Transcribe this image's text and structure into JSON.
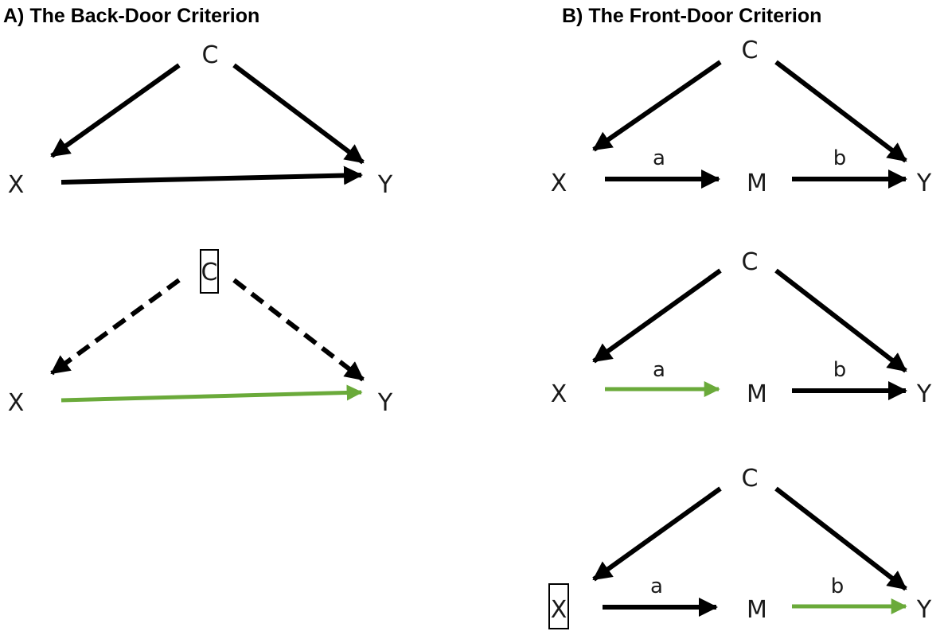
{
  "panels": [
    {
      "id": "backdoor",
      "title": "A) The Back-Door Criterion",
      "diagrams": [
        {
          "id": "backdoor-unadjusted",
          "nodes": {
            "c": "C",
            "x": "X",
            "y": "Y"
          },
          "edges": [
            {
              "from": "c",
              "to": "x",
              "style": "solid",
              "color": "#000000"
            },
            {
              "from": "c",
              "to": "y",
              "style": "solid",
              "color": "#000000"
            },
            {
              "from": "x",
              "to": "y",
              "style": "solid",
              "color": "#000000"
            }
          ],
          "boxed": []
        },
        {
          "id": "backdoor-adjusted",
          "nodes": {
            "c": "C",
            "x": "X",
            "y": "Y"
          },
          "edges": [
            {
              "from": "c",
              "to": "x",
              "style": "dashed",
              "color": "#000000"
            },
            {
              "from": "c",
              "to": "y",
              "style": "dashed",
              "color": "#000000"
            },
            {
              "from": "x",
              "to": "y",
              "style": "solid",
              "color": "#6aaa3a"
            }
          ],
          "boxed": [
            "c"
          ]
        }
      ]
    },
    {
      "id": "frontdoor",
      "title": "B) The Front-Door Criterion",
      "diagrams": [
        {
          "id": "frontdoor-full",
          "nodes": {
            "c": "C",
            "x": "X",
            "m": "M",
            "y": "Y"
          },
          "edge_labels": {
            "a": "a",
            "b": "b"
          },
          "edges": [
            {
              "from": "c",
              "to": "x",
              "style": "solid",
              "color": "#000000"
            },
            {
              "from": "c",
              "to": "y",
              "style": "solid",
              "color": "#000000"
            },
            {
              "from": "x",
              "to": "m",
              "style": "solid",
              "color": "#000000"
            },
            {
              "from": "m",
              "to": "y",
              "style": "solid",
              "color": "#000000"
            }
          ],
          "boxed": []
        },
        {
          "id": "frontdoor-step-a",
          "nodes": {
            "c": "C",
            "x": "X",
            "m": "M",
            "y": "Y"
          },
          "edge_labels": {
            "a": "a",
            "b": "b"
          },
          "edges": [
            {
              "from": "c",
              "to": "x",
              "style": "solid",
              "color": "#000000"
            },
            {
              "from": "c",
              "to": "y",
              "style": "solid",
              "color": "#000000"
            },
            {
              "from": "x",
              "to": "m",
              "style": "solid",
              "color": "#6aaa3a"
            },
            {
              "from": "m",
              "to": "y",
              "style": "solid",
              "color": "#000000"
            }
          ],
          "boxed": []
        },
        {
          "id": "frontdoor-step-b",
          "nodes": {
            "c": "C",
            "x": "X",
            "m": "M",
            "y": "Y"
          },
          "edge_labels": {
            "a": "a",
            "b": "b"
          },
          "edges": [
            {
              "from": "c",
              "to": "x",
              "style": "solid",
              "color": "#000000"
            },
            {
              "from": "c",
              "to": "y",
              "style": "solid",
              "color": "#000000"
            },
            {
              "from": "x",
              "to": "m",
              "style": "solid",
              "color": "#000000"
            },
            {
              "from": "m",
              "to": "y",
              "style": "solid",
              "color": "#6aaa3a"
            }
          ],
          "boxed": [
            "x"
          ]
        }
      ]
    }
  ]
}
